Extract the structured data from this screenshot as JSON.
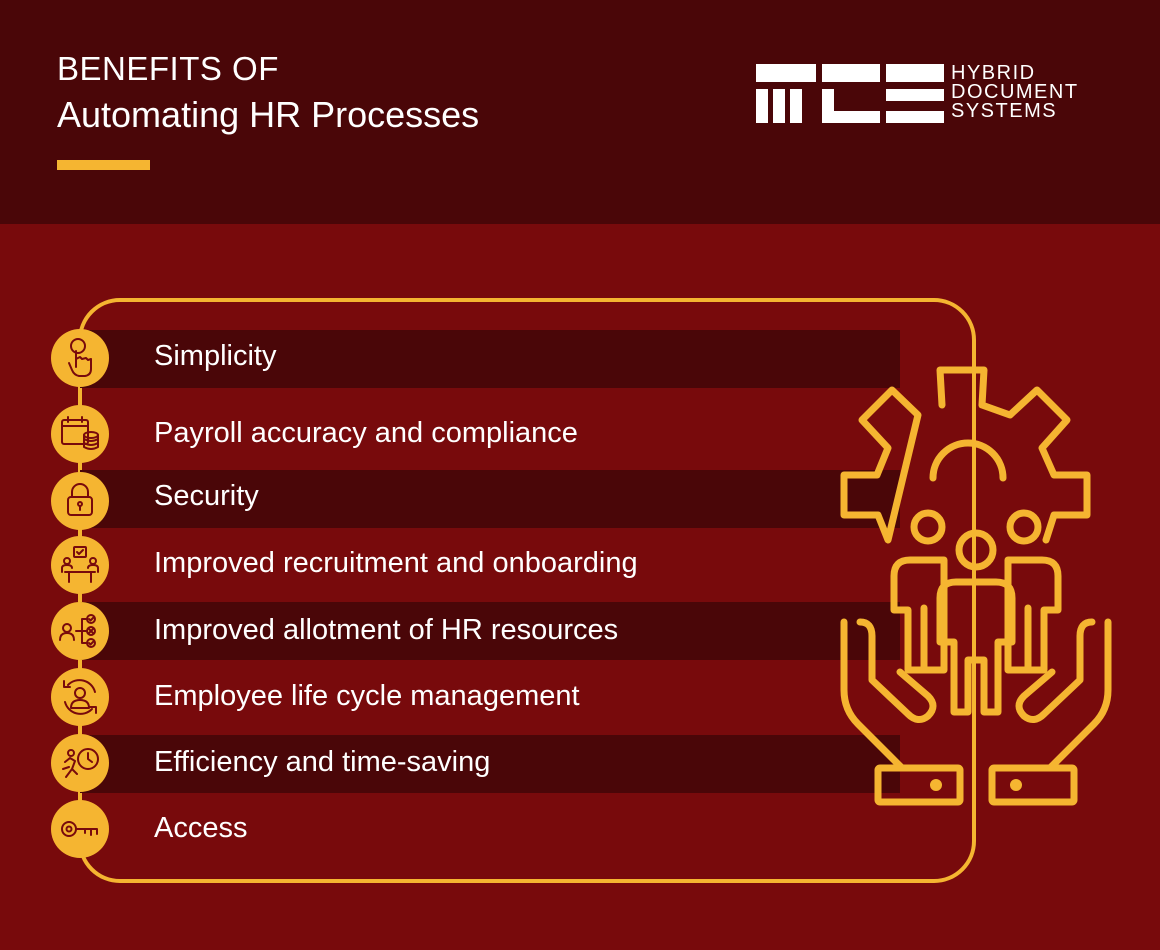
{
  "header": {
    "title_line1": "BENEFITS OF",
    "title_line2": "Automating HR Processes"
  },
  "logo": {
    "line1": "HYBRID",
    "line2": "DOCUMENT",
    "line3": "SYSTEMS"
  },
  "colors": {
    "header_bg": "#4a0608",
    "body_bg": "#780a0c",
    "accent": "#f5b531",
    "text": "#ffffff"
  },
  "benefits": [
    {
      "label": "Simplicity",
      "icon": "touch-hand-icon"
    },
    {
      "label": "Payroll accuracy and compliance",
      "icon": "calendar-coins-icon"
    },
    {
      "label": "Security",
      "icon": "padlock-icon"
    },
    {
      "label": "Improved recruitment and onboarding",
      "icon": "meeting-table-icon"
    },
    {
      "label": "Improved allotment of HR resources",
      "icon": "person-hierarchy-icon"
    },
    {
      "label": "Employee life cycle management",
      "icon": "employee-cycle-icon"
    },
    {
      "label": "Efficiency and time-saving",
      "icon": "running-clock-icon"
    },
    {
      "label": "Access",
      "icon": "key-icon"
    }
  ]
}
